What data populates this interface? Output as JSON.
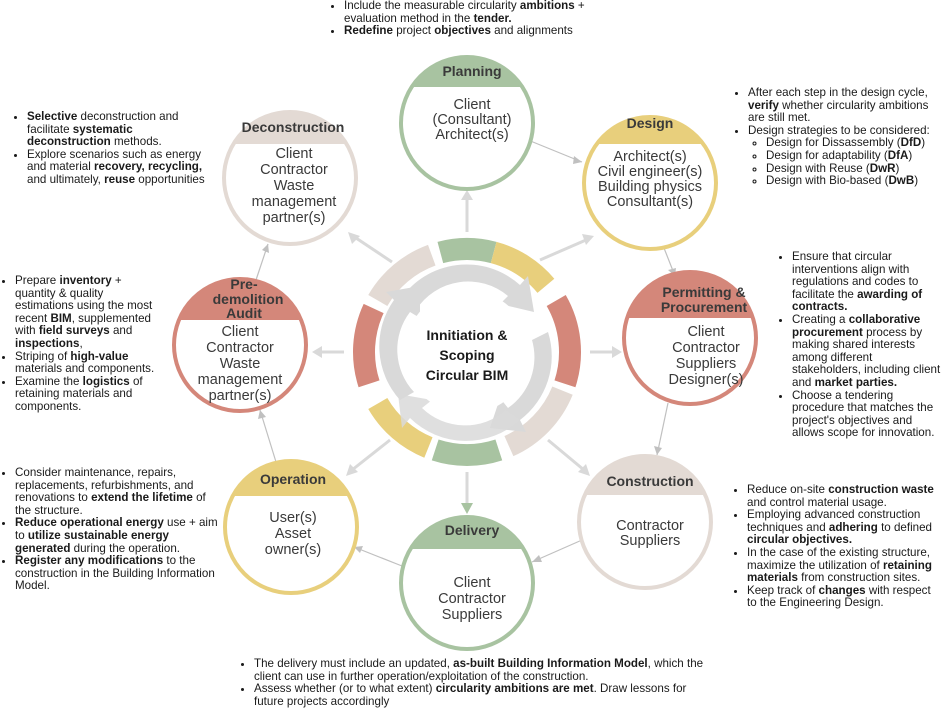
{
  "center": {
    "lines": [
      "Innitiation &",
      "Scoping",
      "Circular BIM"
    ]
  },
  "nodes": {
    "planning": {
      "title": "Planning",
      "body": [
        "Client",
        "(Consultant)",
        "Architect(s)"
      ]
    },
    "design": {
      "title": "Design",
      "body": [
        "Architect(s)",
        "Civil engineer(s)",
        "Building physics",
        "Consultant(s)"
      ]
    },
    "permitting": {
      "title_lines": [
        "Permitting &",
        "Procurement"
      ],
      "body": [
        "Client",
        "Contractor",
        "Suppliers",
        "Designer(s)"
      ]
    },
    "construction": {
      "title": "Construction",
      "body": [
        "Contractor",
        "Suppliers"
      ]
    },
    "delivery": {
      "title": "Delivery",
      "body": [
        "Client",
        "Contractor",
        "Suppliers"
      ]
    },
    "operation": {
      "title": "Operation",
      "body": [
        "User(s)",
        "Asset",
        "owner(s)"
      ]
    },
    "predemolition": {
      "title_lines": [
        "Pre-",
        "demolition",
        "Audit"
      ],
      "body": [
        "Client",
        "Contractor",
        "Waste",
        "management",
        "partner(s)"
      ]
    },
    "deconstruction": {
      "title": "Deconstruction",
      "body": [
        "Client",
        "Contractor",
        "Waste",
        "management",
        "partner(s)"
      ]
    }
  },
  "notes": {
    "planning": [
      [
        {
          "t": "Include the measurable circularity "
        },
        {
          "t": "ambitions",
          "b": true
        },
        {
          "t": " + evaluation method in the "
        },
        {
          "t": "tender.",
          "b": true
        }
      ],
      [
        {
          "t": "Redefine",
          "b": true
        },
        {
          "t": " project "
        },
        {
          "t": "objectives",
          "b": true
        },
        {
          "t": " and alignments"
        }
      ]
    ],
    "design": [
      [
        {
          "t": "After each step in the design cycle, "
        },
        {
          "t": "verify",
          "b": true
        },
        {
          "t": " whether circularity ambitions are still met."
        }
      ],
      [
        {
          "t": "Design strategies to be considered:"
        }
      ]
    ],
    "design_sub": [
      [
        {
          "t": "Design for Dissassembly ("
        },
        {
          "t": "DfD",
          "b": true
        },
        {
          "t": ")"
        }
      ],
      [
        {
          "t": "Design for adaptability ("
        },
        {
          "t": "DfA",
          "b": true
        },
        {
          "t": ")"
        }
      ],
      [
        {
          "t": "Design with Reuse ("
        },
        {
          "t": "DwR",
          "b": true
        },
        {
          "t": ")"
        }
      ],
      [
        {
          "t": "Design with Bio-based ("
        },
        {
          "t": "DwB",
          "b": true
        },
        {
          "t": ")"
        }
      ]
    ],
    "permitting": [
      [
        {
          "t": "Ensure that circular interventions align with regulations and codes to facilitate the "
        },
        {
          "t": "awarding of contracts.",
          "b": true
        }
      ],
      [
        {
          "t": "Creating a "
        },
        {
          "t": "collaborative procurement",
          "b": true
        },
        {
          "t": " process by making shared interests among different stakeholders, including client and "
        },
        {
          "t": "market parties.",
          "b": true
        }
      ],
      [
        {
          "t": "Choose a tendering procedure that matches the project's objectives and allows scope for innovation."
        }
      ]
    ],
    "construction": [
      [
        {
          "t": "Reduce on-site "
        },
        {
          "t": "construction waste",
          "b": true
        },
        {
          "t": " and control material usage."
        }
      ],
      [
        {
          "t": "Employing advanced construction techniques and "
        },
        {
          "t": "adhering",
          "b": true
        },
        {
          "t": " to defined "
        },
        {
          "t": "circular objectives.",
          "b": true
        }
      ],
      [
        {
          "t": "In the case of the existing structure, maximize the utilization of "
        },
        {
          "t": "retaining materials",
          "b": true
        },
        {
          "t": " from construction sites."
        }
      ],
      [
        {
          "t": "Keep track of "
        },
        {
          "t": "changes",
          "b": true
        },
        {
          "t": " with respect to the Engineering Design."
        }
      ]
    ],
    "delivery": [
      [
        {
          "t": "The delivery must include an updated, "
        },
        {
          "t": "as-built Building Information Model",
          "b": true
        },
        {
          "t": ", which the client can use in further operation/exploitation of the construction."
        }
      ],
      [
        {
          "t": "Assess whether (or to what extent) "
        },
        {
          "t": "circularity ambitions are met",
          "b": true
        },
        {
          "t": ". Draw lessons for future projects accordingly"
        }
      ]
    ],
    "operation": [
      [
        {
          "t": "Consider maintenance, repairs, replacements, refurbishments, and renovations to "
        },
        {
          "t": "extend the lifetime",
          "b": true
        },
        {
          "t": " of the structure."
        }
      ],
      [
        {
          "t": "Reduce operational energy",
          "b": true
        },
        {
          "t": " use + aim to "
        },
        {
          "t": "utilize sustainable energy generated",
          "b": true
        },
        {
          "t": " during the operation."
        }
      ],
      [
        {
          "t": "Register any modifications",
          "b": true
        },
        {
          "t": " to the construction in the Building Information Model."
        }
      ]
    ],
    "predemolition": [
      [
        {
          "t": "Prepare "
        },
        {
          "t": "inventory",
          "b": true
        },
        {
          "t": " + quantity & quality estimations using the most recent "
        },
        {
          "t": "BIM",
          "b": true
        },
        {
          "t": ", supplemented with "
        },
        {
          "t": "field surveys",
          "b": true
        },
        {
          "t": " and "
        },
        {
          "t": "inspections",
          "b": true
        },
        {
          "t": ","
        }
      ],
      [
        {
          "t": "Striping of "
        },
        {
          "t": "high-value",
          "b": true
        },
        {
          "t": " materials and components."
        }
      ],
      [
        {
          "t": "Examine the "
        },
        {
          "t": "logistics",
          "b": true
        },
        {
          "t": " of retaining materials and components."
        }
      ]
    ],
    "deconstruction": [
      [
        {
          "t": "Selective",
          "b": true
        },
        {
          "t": " deconstruction and facilitate "
        },
        {
          "t": "systematic deconstruction",
          "b": true
        },
        {
          "t": " methods."
        }
      ],
      [
        {
          "t": "Explore scenarios such as energy and material "
        },
        {
          "t": "recovery, recycling,",
          "b": true
        },
        {
          "t": " and ultimately, "
        },
        {
          "t": "reuse",
          "b": true
        },
        {
          "t": " opportunities"
        }
      ]
    ]
  },
  "colors": {
    "green": "#a8c3a1",
    "yellow": "#e8cf7c",
    "red": "#d4877a",
    "beige": "#e3dad4",
    "arrow": "#d9d9d9",
    "connector": "#c0c0c0"
  }
}
